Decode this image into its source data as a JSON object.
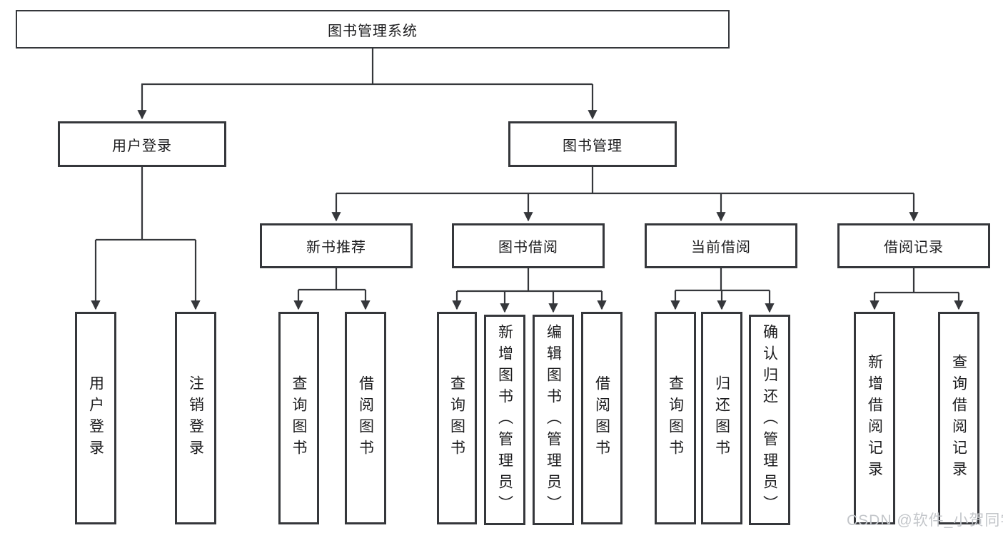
{
  "tree": {
    "label": "图书管理系统",
    "children": [
      {
        "label": "用户登录",
        "children": [
          {
            "label": "用户登录"
          },
          {
            "label": "注销登录"
          }
        ]
      },
      {
        "label": "图书管理",
        "children": [
          {
            "label": "新书推荐",
            "children": [
              {
                "label": "查询图书"
              },
              {
                "label": "借阅图书"
              }
            ]
          },
          {
            "label": "图书借阅",
            "children": [
              {
                "label": "查询图书"
              },
              {
                "label": "新增图书（管理员）"
              },
              {
                "label": "编辑图书（管理员）"
              },
              {
                "label": "借阅图书"
              }
            ]
          },
          {
            "label": "当前借阅",
            "children": [
              {
                "label": "查询图书"
              },
              {
                "label": "归还图书"
              },
              {
                "label": "确认归还（管理员）"
              }
            ]
          },
          {
            "label": "借阅记录",
            "children": [
              {
                "label": "新增借阅记录"
              },
              {
                "label": "查询借阅记录"
              }
            ]
          }
        ]
      }
    ]
  },
  "watermark": {
    "text": "CSDN @软件_小贺同学",
    "color": "#c3c6ca"
  },
  "colors": {
    "line": "#35373b",
    "box_border": "#35373b",
    "text": "#1c1c1e",
    "background": "#ffffff"
  }
}
